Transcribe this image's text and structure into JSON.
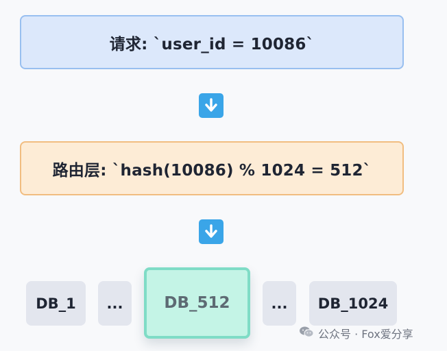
{
  "request": {
    "text": "请求: `user_id = 10086`"
  },
  "routing": {
    "text": "路由层: `hash(10086) % 1024 = 512`"
  },
  "databases": [
    {
      "label": "DB_1"
    },
    {
      "label": "..."
    },
    {
      "label": "DB_512",
      "highlighted": true
    },
    {
      "label": "..."
    },
    {
      "label": "DB_1024"
    }
  ],
  "watermark": {
    "text": "公众号 · Fox爱分享"
  },
  "colors": {
    "request_bg": "#dce8fb",
    "routing_bg": "#fdecd6",
    "arrow": "#3aa5e8",
    "highlight": "#c4f4e6"
  }
}
